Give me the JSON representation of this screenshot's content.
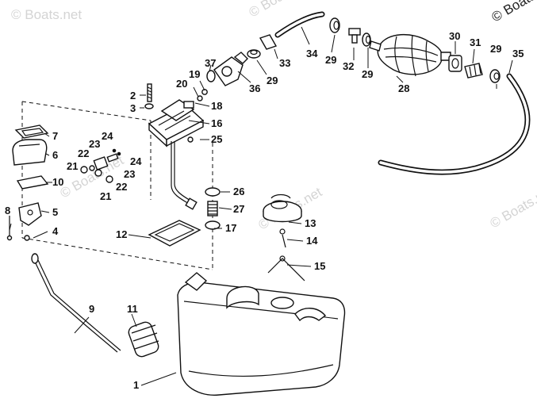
{
  "watermarks": [
    "© Boats.net",
    "© Boats.net",
    "© Boats.net",
    "© Boats.net",
    "© Boats.net"
  ],
  "callouts": {
    "p1": "1",
    "p2": "2",
    "p3": "3",
    "p4": "4",
    "p5": "5",
    "p6": "6",
    "p7": "7",
    "p8": "8",
    "p9": "9",
    "p10": "10",
    "p11": "11",
    "p12": "12",
    "p13": "13",
    "p14": "14",
    "p15": "15",
    "p16": "16",
    "p17": "17",
    "p18": "18",
    "p19": "19",
    "p20": "20",
    "p21a": "21",
    "p21b": "21",
    "p22a": "22",
    "p22b": "22",
    "p23a": "23",
    "p23b": "23",
    "p24a": "24",
    "p24b": "24",
    "p25": "25",
    "p26": "26",
    "p27": "27",
    "p28": "28",
    "p29a": "29",
    "p29b": "29",
    "p29c": "29",
    "p29d": "29",
    "p30": "30",
    "p31": "31",
    "p32": "32",
    "p33": "33",
    "p34": "34",
    "p35": "35",
    "p36": "36",
    "p37": "37"
  }
}
